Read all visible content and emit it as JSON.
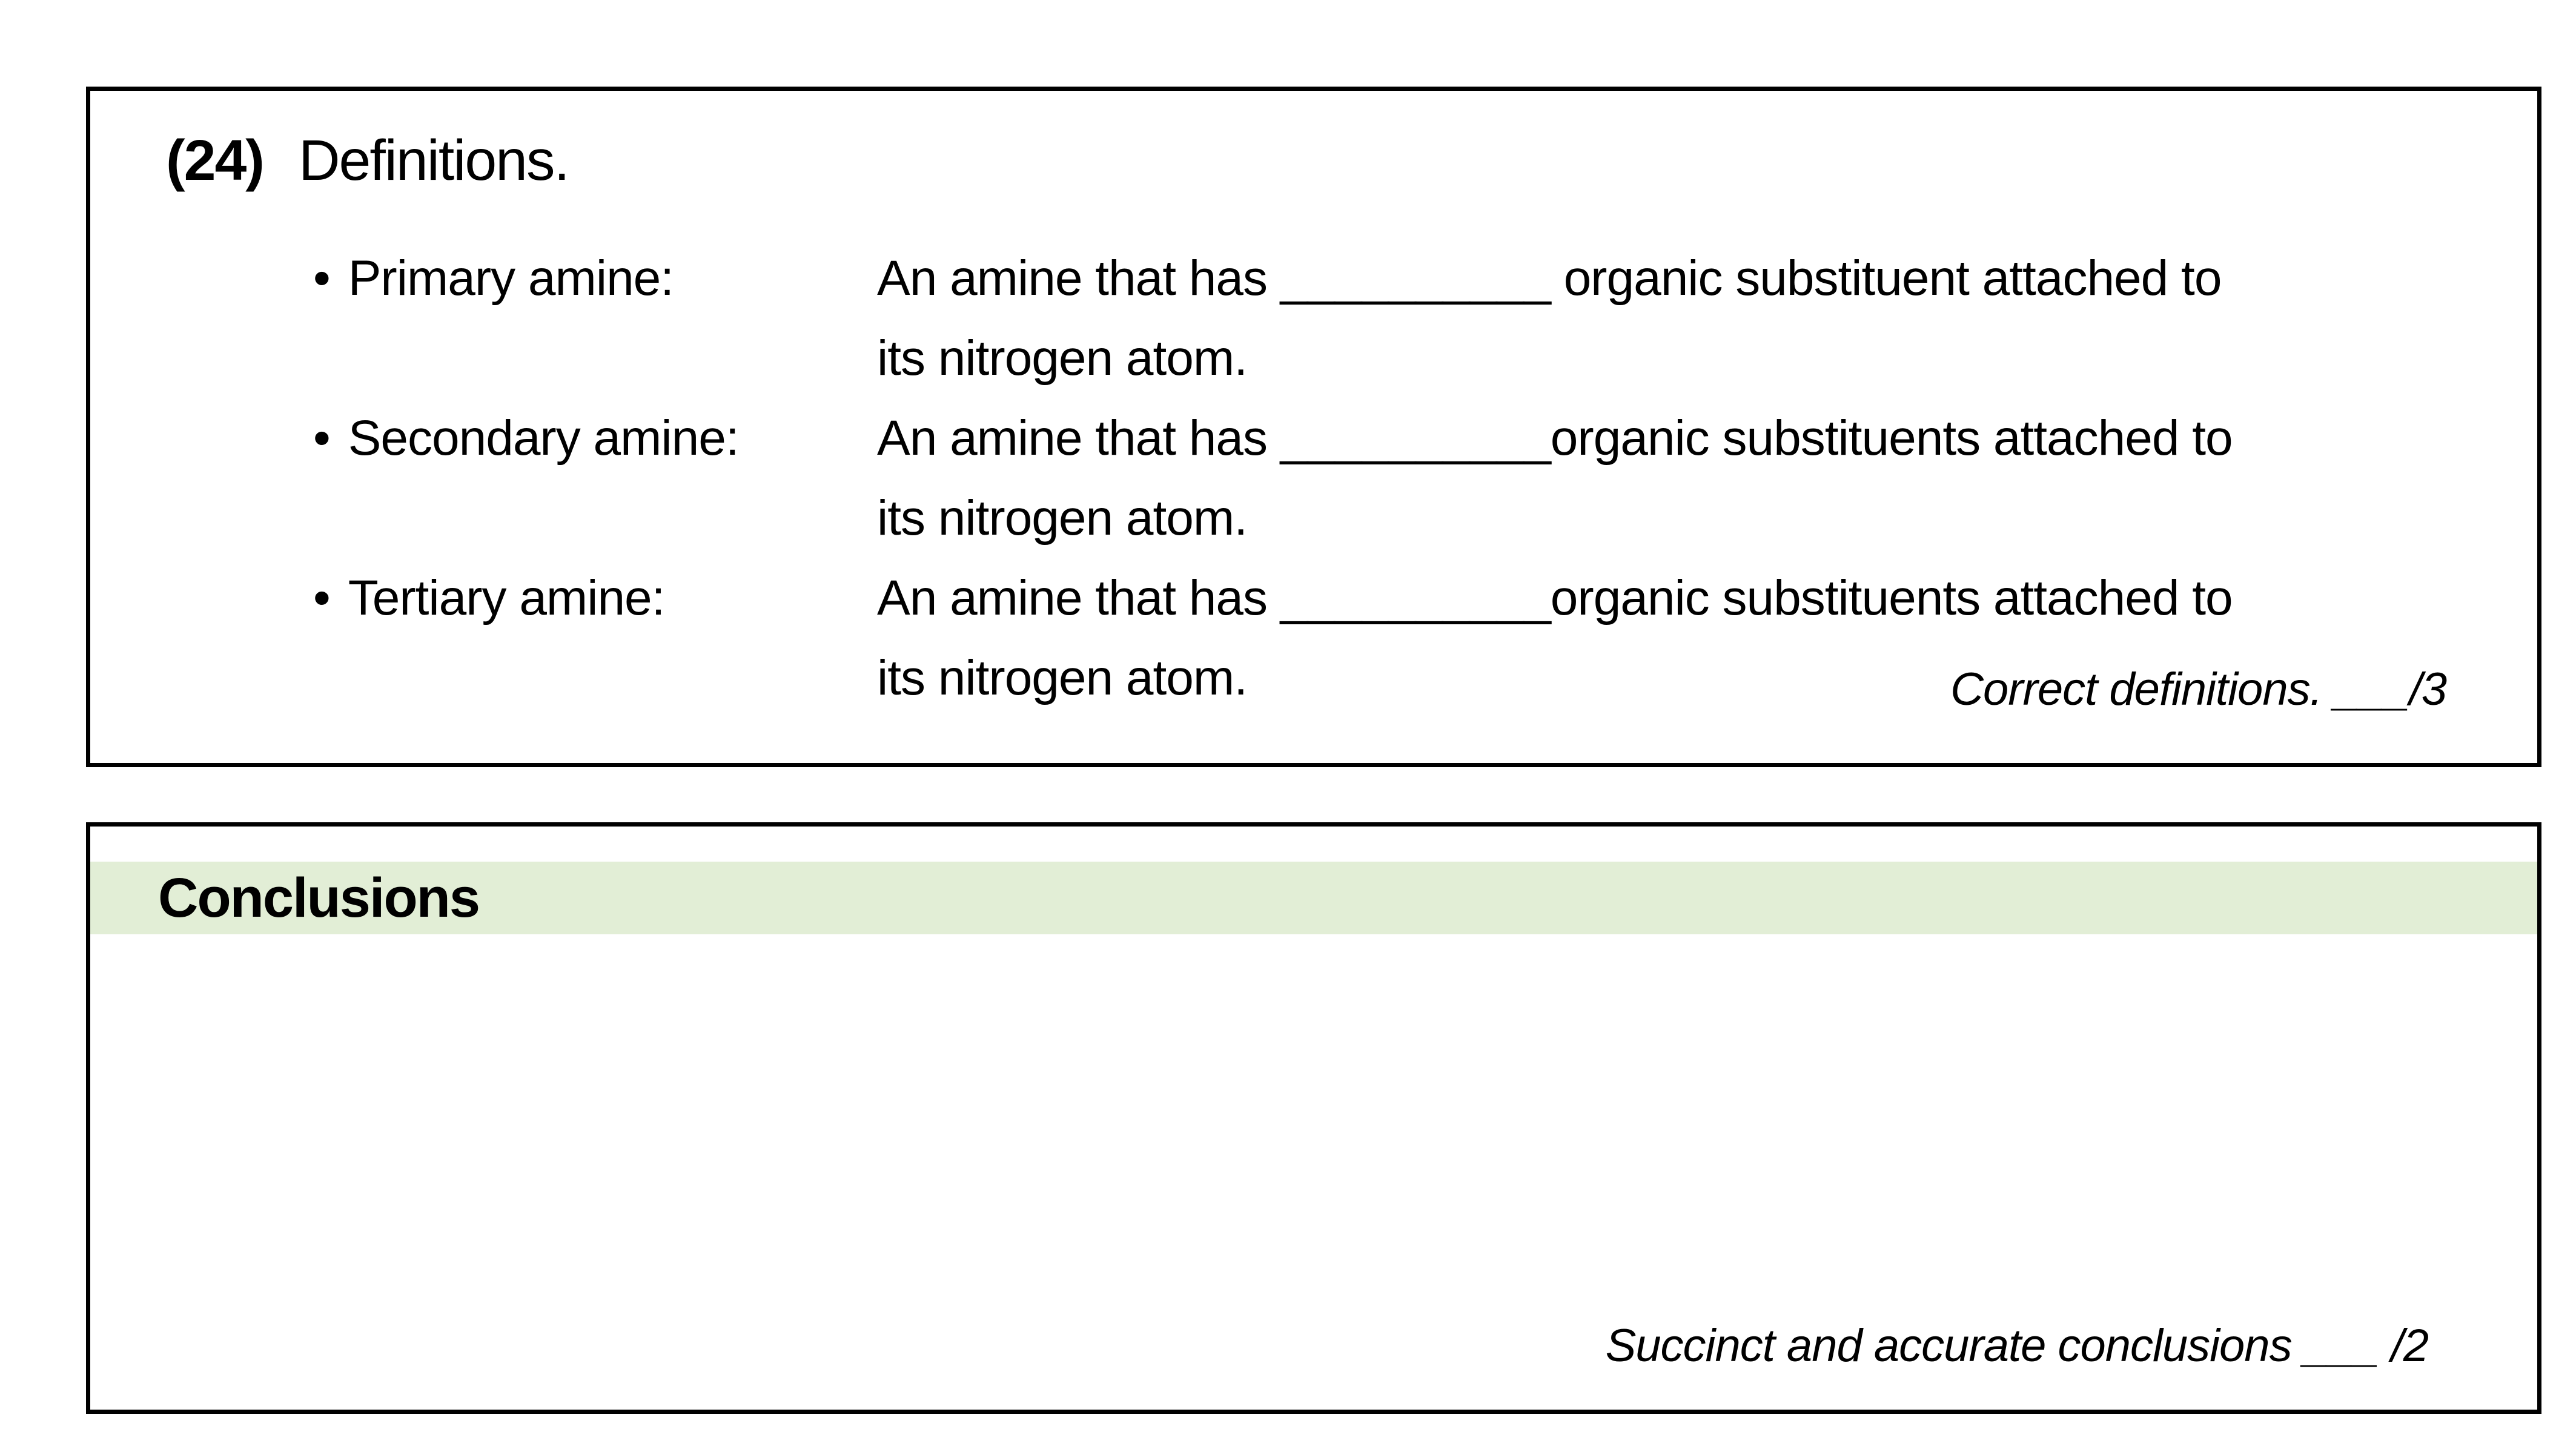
{
  "definitions_box": {
    "number": "(24)",
    "title": "Definitions.",
    "bullet": "•",
    "items": [
      {
        "label": "Primary amine:",
        "line1": "An amine that has __________ organic substituent attached to",
        "line2": "its nitrogen atom."
      },
      {
        "label": "Secondary amine:",
        "line1": "An amine that has __________organic substituents attached to",
        "line2": "its nitrogen atom."
      },
      {
        "label": "Tertiary amine:",
        "line1": "An amine that has __________organic substituents attached to",
        "line2": "its nitrogen atom."
      }
    ],
    "score_note": "Correct definitions. ___/3"
  },
  "conclusions_box": {
    "header": "Conclusions",
    "header_bg": "#e2eed6",
    "score_note": "Succinct and accurate conclusions ___ /2"
  },
  "colors": {
    "border": "#000000",
    "text": "#000000",
    "header_band": "#e2eed6",
    "page_background": "#ffffff"
  }
}
